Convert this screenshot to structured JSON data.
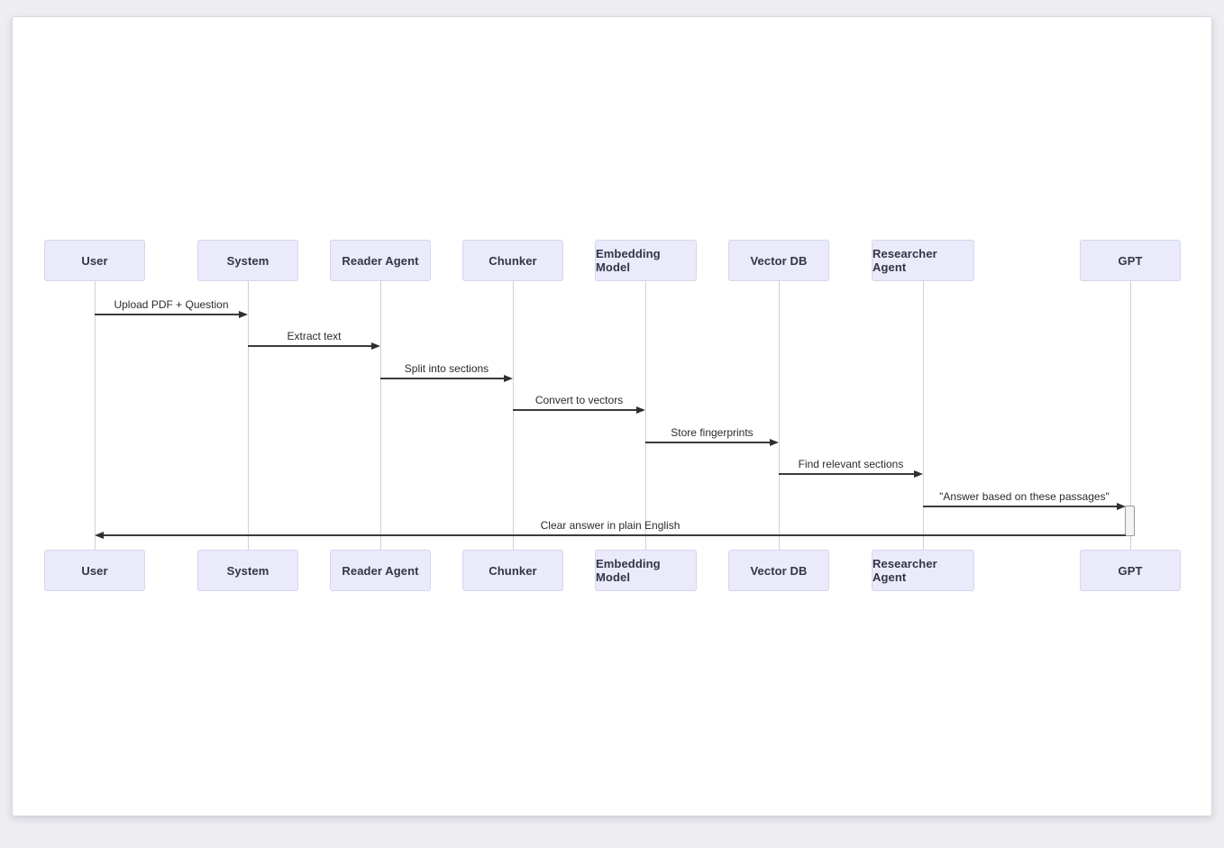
{
  "diagram": {
    "type": "sequence-diagram",
    "participants": [
      {
        "name": "User"
      },
      {
        "name": "System"
      },
      {
        "name": "Reader Agent"
      },
      {
        "name": "Chunker"
      },
      {
        "name": "Embedding Model"
      },
      {
        "name": "Vector DB"
      },
      {
        "name": "Researcher Agent"
      },
      {
        "name": "GPT"
      }
    ],
    "messages": [
      {
        "from": "User",
        "to": "System",
        "label": "Upload PDF + Question",
        "direction": "right"
      },
      {
        "from": "System",
        "to": "Reader Agent",
        "label": "Extract text",
        "direction": "right"
      },
      {
        "from": "Reader Agent",
        "to": "Chunker",
        "label": "Split into sections",
        "direction": "right"
      },
      {
        "from": "Chunker",
        "to": "Embedding Model",
        "label": "Convert to vectors",
        "direction": "right"
      },
      {
        "from": "Embedding Model",
        "to": "Vector DB",
        "label": "Store fingerprints",
        "direction": "right"
      },
      {
        "from": "Vector DB",
        "to": "Researcher Agent",
        "label": "Find relevant sections",
        "direction": "right"
      },
      {
        "from": "Researcher Agent",
        "to": "GPT",
        "label": "\"Answer based on these passages\"",
        "direction": "right"
      },
      {
        "from": "GPT",
        "to": "User",
        "label": "Clear answer in plain English",
        "direction": "left"
      }
    ],
    "colors": {
      "actor_fill": "#eaeafa",
      "actor_border": "#d5d5ec",
      "lifeline": "#cfcfe4",
      "arrow": "#2f2f2f",
      "activation_fill": "#f3f3f3",
      "activation_border": "#999999",
      "canvas": "#ffffff",
      "page_background": "#ededf2"
    }
  }
}
